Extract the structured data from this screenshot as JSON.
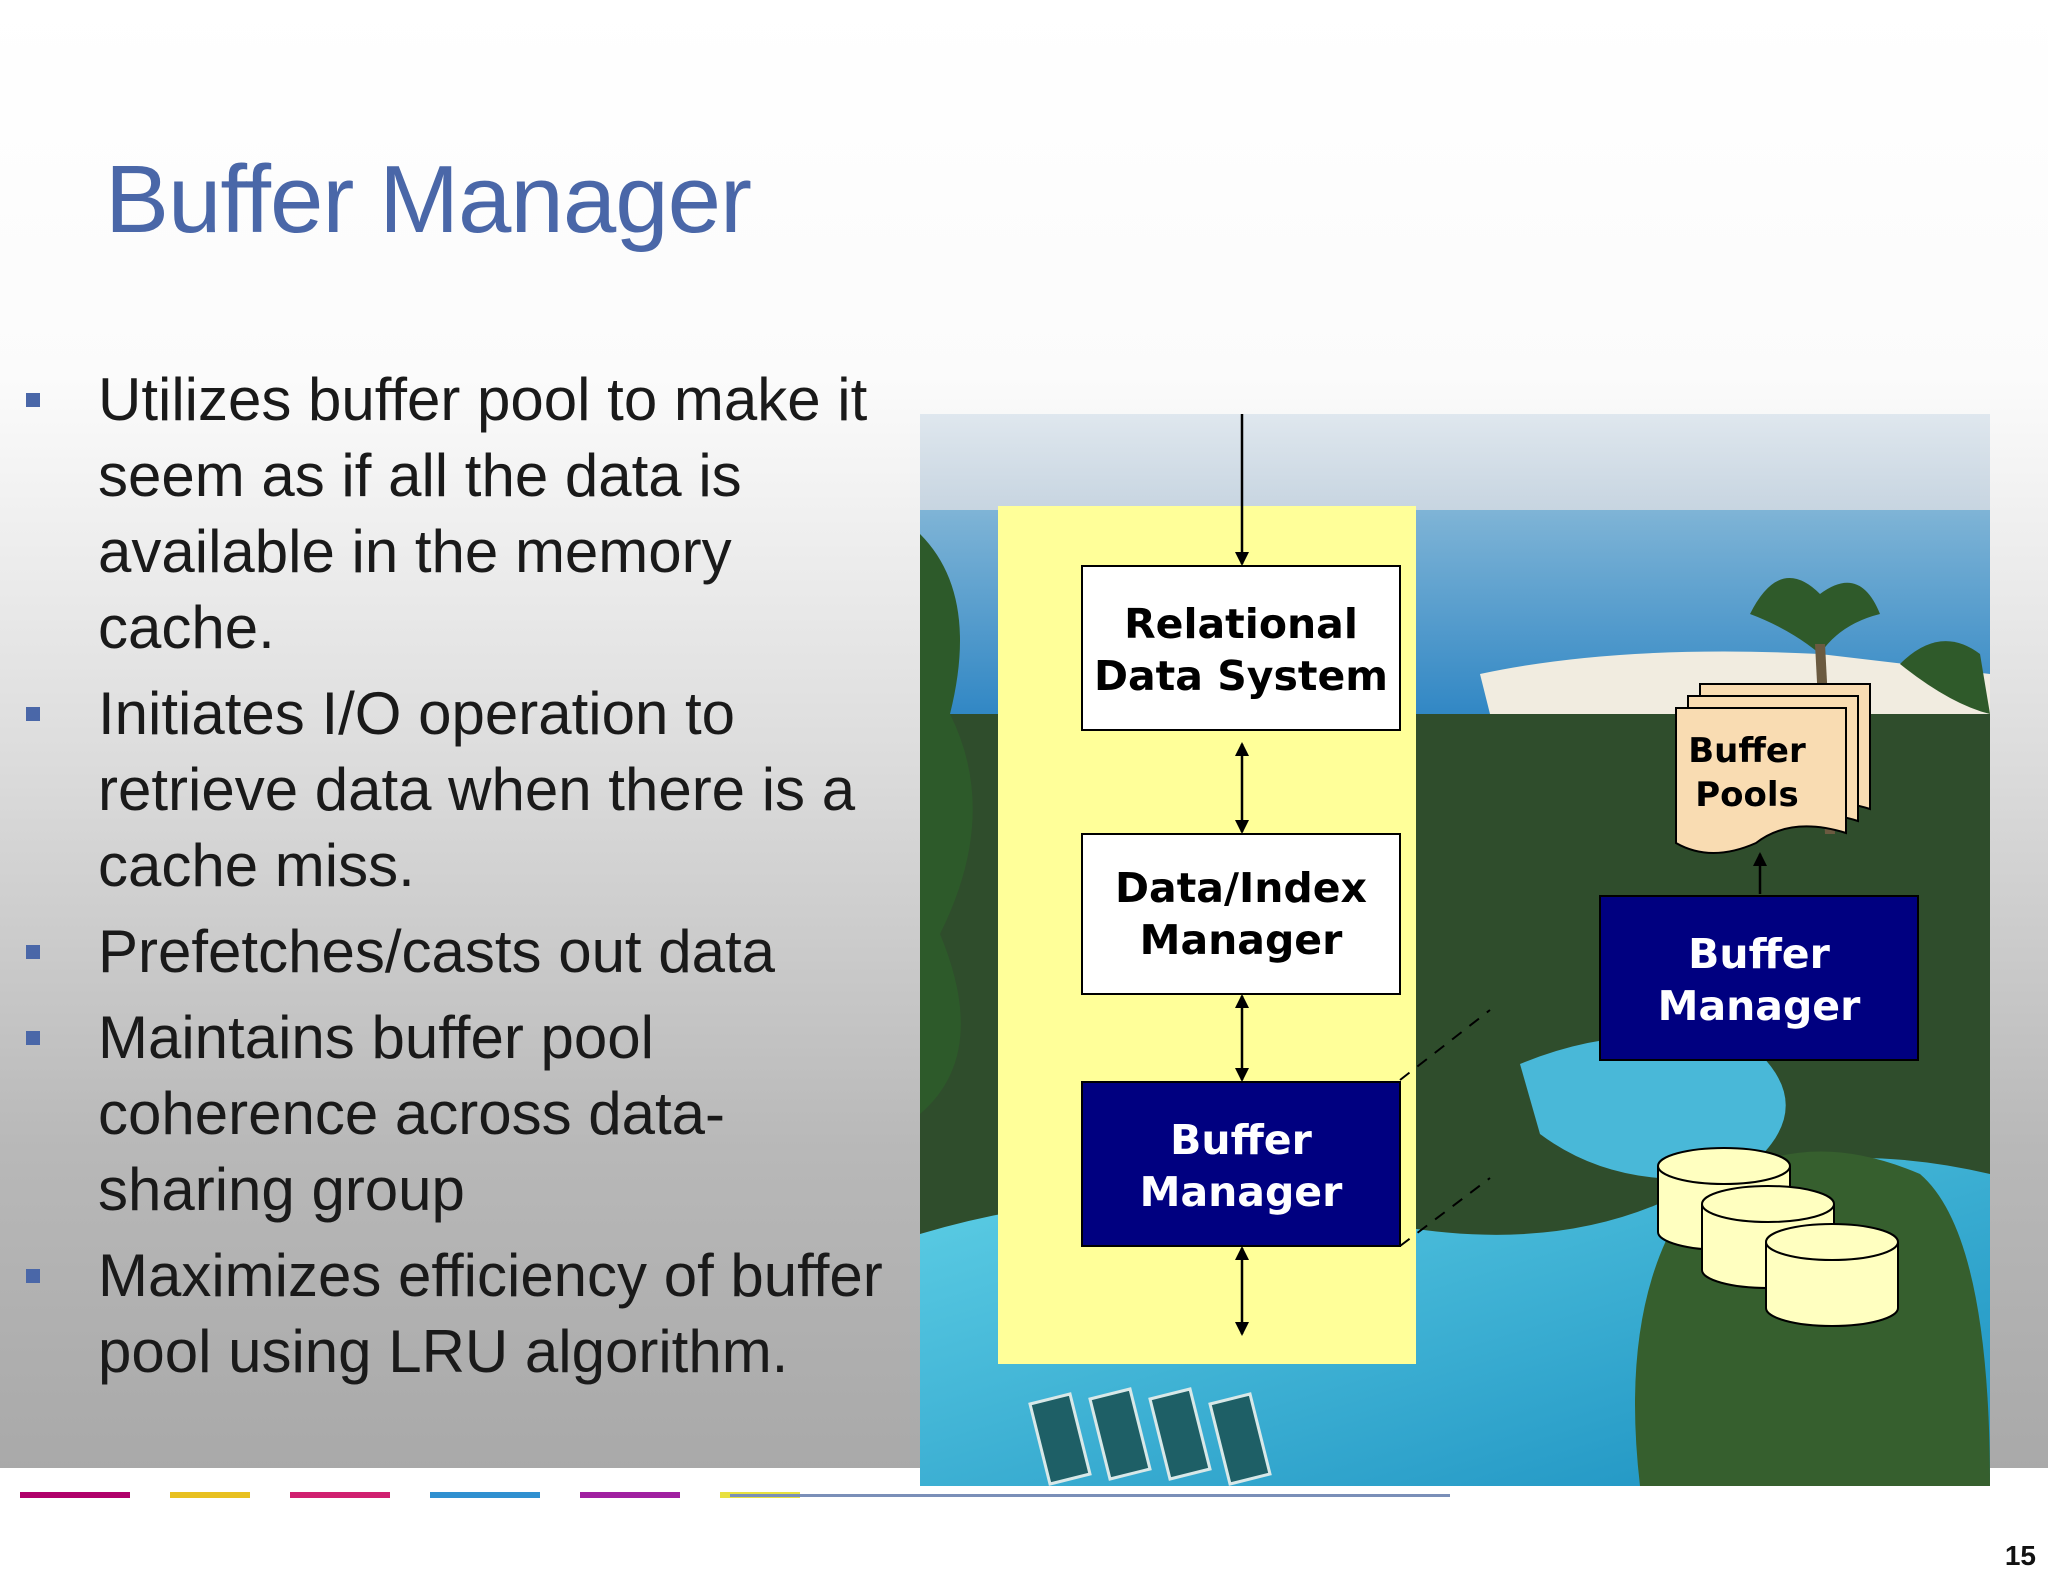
{
  "slide": {
    "title": "Buffer Manager",
    "page_number": "15",
    "accent_color": "#4a67a8"
  },
  "bullets": [
    {
      "text": "Utilizes buffer pool to make it seem as if all the data is available in the memory cache."
    },
    {
      "text": "Initiates I/O operation to retrieve data when there is a cache miss."
    },
    {
      "text": "Prefetches/casts out data"
    },
    {
      "text": "Maintains buffer pool coherence across data-sharing group"
    },
    {
      "text": "Maximizes efficiency of buffer pool using LRU algorithm."
    }
  ],
  "diagram": {
    "panel_color": "#ffff99",
    "manager_color": "#000080",
    "pool_color": "#f9dcb2",
    "disk_color": "#ffffc0",
    "boxes": {
      "relational_line1": "Relational",
      "relational_line2": "Data System",
      "data_index_line1": "Data/Index",
      "data_index_line2": "Manager",
      "buffer_manager_line1": "Buffer",
      "buffer_manager_line2": "Manager",
      "remote_buffer_manager_line1": "Buffer",
      "remote_buffer_manager_line2": "Manager",
      "buffer_pools_line1": "Buffer",
      "buffer_pools_line2": "Pools"
    }
  }
}
